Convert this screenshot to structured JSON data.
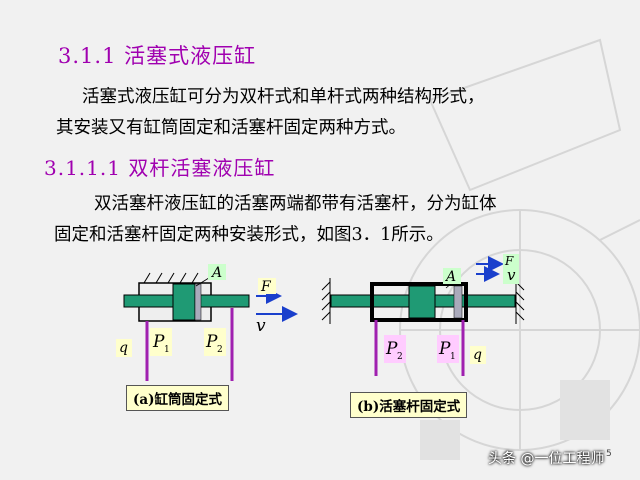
{
  "heading1": "3.1.1 活塞式液压缸",
  "para1_line1": "活塞式液压缸可分为双杆式和单杆式两种结构形式，",
  "para1_line2": "其安装又有缸筒固定和活塞杆固定两种方式。",
  "heading2": "3.1.1.1 双杆活塞液压缸",
  "para2_line1": "双活塞杆液压缸的活塞两端都带有活塞杆，分为缸体",
  "para2_line2": "固定和活塞杆固定两种安装形式，如图3．1所示。",
  "figure_a": {
    "label_A": "A",
    "label_F": "F",
    "label_v": "v",
    "label_q": "q",
    "label_P1": "P",
    "label_P1_sub": "1",
    "label_P2": "P",
    "label_P2_sub": "2",
    "caption": "(a)缸筒固定式"
  },
  "figure_b": {
    "label_A": "A",
    "label_F": "F",
    "label_v": "v",
    "label_q": "q",
    "label_P1": "P",
    "label_P1_sub": "1",
    "label_P2": "P",
    "label_P2_sub": "2",
    "caption": "(b)活塞杆固定式"
  },
  "page_number": "5",
  "watermark": "头条 @一位工程师",
  "colors": {
    "heading": "#a000b0",
    "cylinder_fill": "#1f9a74",
    "pipe": "#a020b0",
    "arrow": "#1a3fcc",
    "label_box": "#ffffcc",
    "label_box_green": "#ccffcc",
    "label_box_pink": "#ffccff"
  }
}
